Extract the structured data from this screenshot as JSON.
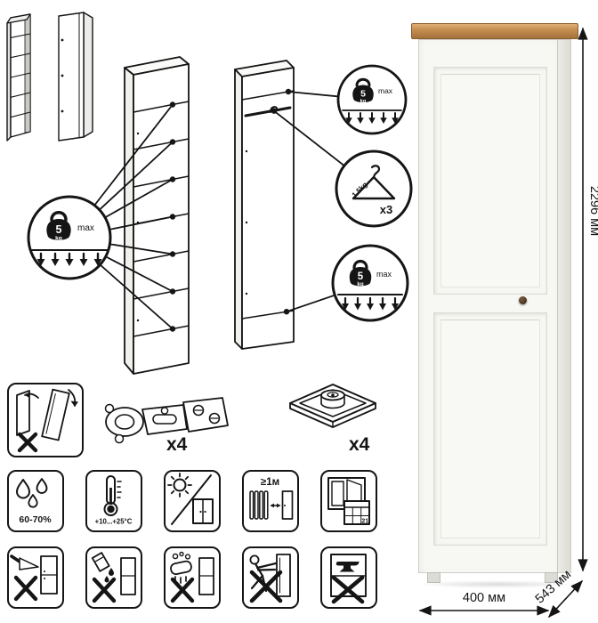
{
  "dimensions": {
    "height": "2296 мм",
    "width": "400 мм",
    "depth": "543 мм"
  },
  "load": {
    "weight_value": "5",
    "weight_unit": "kg",
    "max_label": "max",
    "hanger_weight": "1.5kg",
    "hanger_count": "x3"
  },
  "hardware": {
    "hinge_count": "x4",
    "foot_count": "x4"
  },
  "care": {
    "humidity": "60-70%",
    "temperature": "+10...+25°C",
    "min_distance": "≥1м",
    "calendar_day": "21"
  }
}
